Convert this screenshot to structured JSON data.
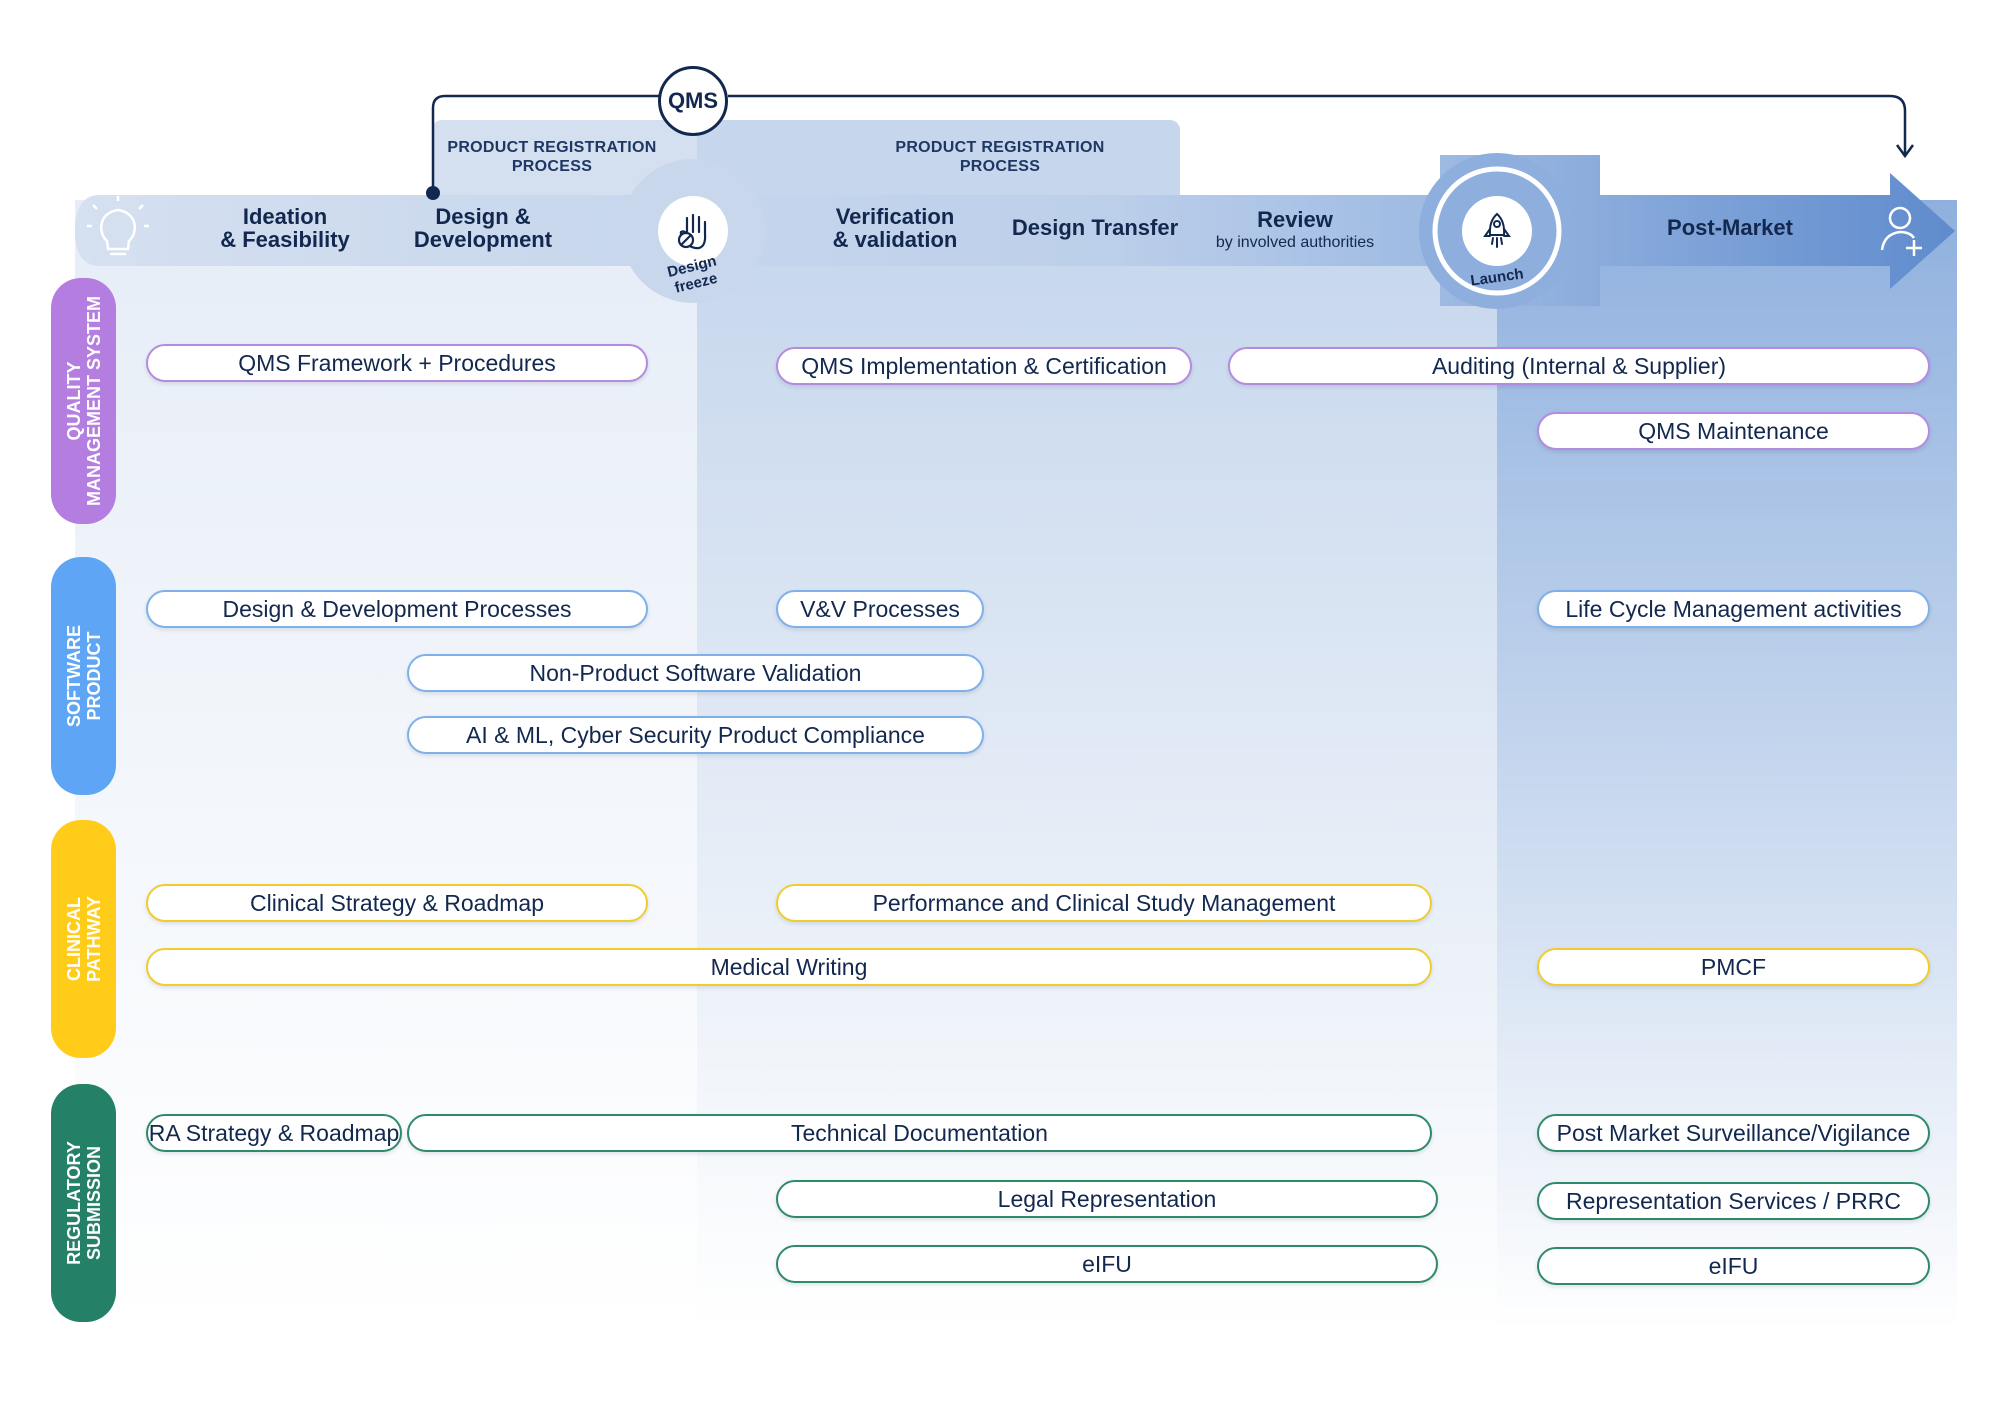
{
  "qms_badge": "QMS",
  "product_registration": [
    {
      "line1": "PRODUCT REGISTRATION",
      "line2": "PROCESS"
    },
    {
      "line1": "PRODUCT REGISTRATION",
      "line2": "PROCESS"
    }
  ],
  "stages": [
    {
      "line1": "Ideation",
      "line2": "& Feasibility"
    },
    {
      "line1": "Design &",
      "line2": "Development"
    },
    {
      "line1": "Verification",
      "line2": "& validation"
    },
    {
      "line1": "Design Transfer"
    },
    {
      "line1": "Review",
      "sub": "by involved authorities"
    },
    {
      "line1": "Post-Market"
    }
  ],
  "milestones": {
    "design_freeze": "Design freeze",
    "launch": "Launch"
  },
  "icons": [
    "lightbulb-icon",
    "hand-stop-icon",
    "rocket-icon",
    "user-add-icon"
  ],
  "colors": {
    "qms": "#b47de0",
    "software": "#5fa5f5",
    "clinical": "#ffcc1a",
    "regulatory": "#248066",
    "arrow_dark": "#5b86c8"
  },
  "categories": [
    {
      "line1": "QUALITY",
      "line2": "MANAGEMENT SYSTEM"
    },
    {
      "line1": "SOFTWARE",
      "line2": "PRODUCT"
    },
    {
      "line1": "CLINICAL",
      "line2": "PATHWAY"
    },
    {
      "line1": "REGULATORY",
      "line2": "SUBMISSION"
    }
  ],
  "qms": {
    "framework": "QMS Framework + Procedures",
    "implementation": "QMS Implementation & Certification",
    "auditing": "Auditing (Internal & Supplier)",
    "maintenance": "QMS Maintenance"
  },
  "software": {
    "design_dev": "Design & Development Processes",
    "vv": "V&V Processes",
    "lifecycle": "Life Cycle Management activities",
    "non_product": "Non-Product Software Validation",
    "ai_ml": "AI & ML, Cyber Security Product Compliance"
  },
  "clinical": {
    "strategy": "Clinical Strategy & Roadmap",
    "performance": "Performance and Clinical Study Management",
    "writing": "Medical Writing",
    "pmcf": "PMCF"
  },
  "regulatory": {
    "ra_strategy": "RA Strategy & Roadmap",
    "tech_doc": "Technical Documentation",
    "pms": "Post Market Surveillance/Vigilance",
    "legal": "Legal Representation",
    "rep_services": "Representation Services / PRRC",
    "eifu_1": "eIFU",
    "eifu_2": "eIFU"
  }
}
